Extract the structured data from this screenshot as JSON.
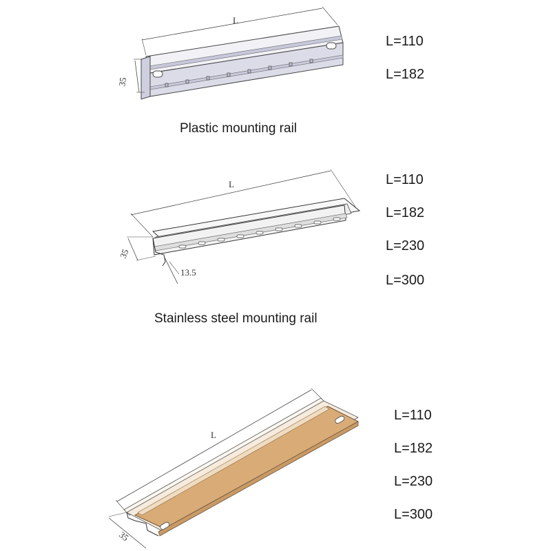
{
  "sections": [
    {
      "caption": "Plastic mounting rail",
      "dim_length": "L",
      "dim_height": "35",
      "lengths": [
        "L=110",
        "L=182"
      ]
    },
    {
      "caption": "Stainless steel mounting rail",
      "dim_length": "L",
      "dim_height": "35",
      "dim_depth": "13.5",
      "lengths": [
        "L=110",
        "L=182",
        "L=230",
        "L=300"
      ]
    },
    {
      "caption": "",
      "dim_length": "L",
      "dim_height": "35",
      "lengths": [
        "L=110",
        "L=182",
        "L=230",
        "L=300"
      ]
    }
  ],
  "colors": {
    "plastic_rail": "#e6e6ef",
    "steel_rail": "#f4f4f4",
    "aluminum_rail": "#d9ab76",
    "outline": "#333333"
  }
}
